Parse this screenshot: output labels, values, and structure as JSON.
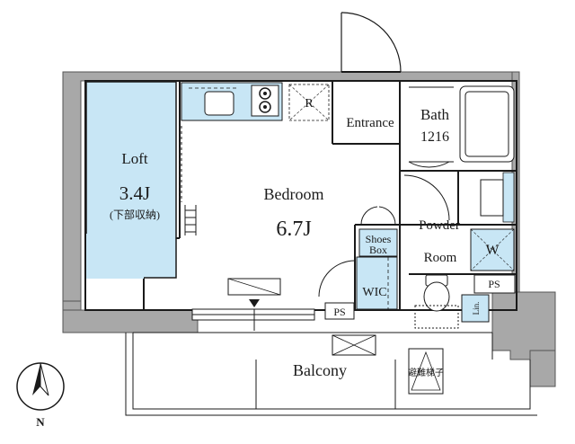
{
  "rooms": {
    "loft": {
      "name": "Loft",
      "size": "3.4J",
      "note": "(下部収納)"
    },
    "bedroom": {
      "name": "Bedroom",
      "size": "6.7J"
    },
    "entrance": {
      "name": "Entrance"
    },
    "bath": {
      "name": "Bath",
      "size": "1216"
    },
    "powder": {
      "name": "Powder"
    },
    "room": {
      "name": "Room"
    },
    "shoes": {
      "line1": "Shoes",
      "line2": "Box"
    },
    "wic": {
      "name": "WIC"
    },
    "balcony": {
      "name": "Balcony"
    }
  },
  "fixtures": {
    "refrigerator": "R",
    "washer": "W",
    "ps_balcony": "PS",
    "ps_right": "PS",
    "linen": "Lin.",
    "stair": "避難\n梯子",
    "stair_text": "避難梯子",
    "compass": "N"
  },
  "colors": {
    "wall": "#a8a8a8",
    "storage_blue": "#c8e6f5",
    "line": "#1a1a1a"
  }
}
